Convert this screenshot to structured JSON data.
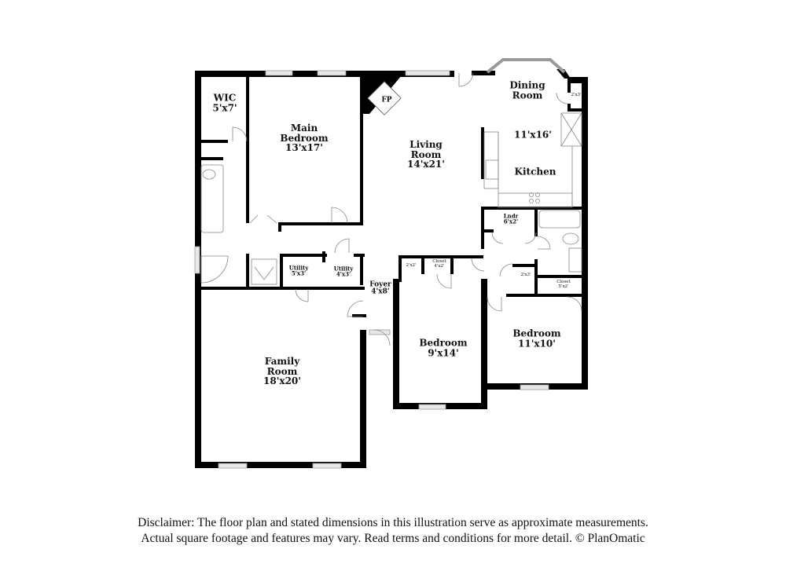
{
  "floorplan": {
    "rooms": [
      {
        "id": "wic",
        "name": "WIC",
        "dims": "5'x7'"
      },
      {
        "id": "main-bedroom",
        "name": "Main Bedroom",
        "line1": "Main",
        "line2": "Bedroom",
        "dims": "13'x17'"
      },
      {
        "id": "fireplace",
        "name": "FP"
      },
      {
        "id": "living-room",
        "line1": "Living",
        "line2": "Room",
        "dims": "14'x21'"
      },
      {
        "id": "dining-room",
        "line1": "Dining",
        "line2": "Room"
      },
      {
        "id": "kitchen",
        "name": "Kitchen",
        "dims": "11'x16'"
      },
      {
        "id": "pantry",
        "dims": "2'x3'"
      },
      {
        "id": "laundry",
        "name": "Lndr",
        "dims": "6'x2'"
      },
      {
        "id": "utility-1",
        "name": "Utility",
        "dims": "5'x3'"
      },
      {
        "id": "utility-2",
        "name": "Utility",
        "dims": "4'x3'"
      },
      {
        "id": "foyer",
        "name": "Foyer",
        "dims": "4'x8'"
      },
      {
        "id": "closet-small",
        "dims": "2'x2'"
      },
      {
        "id": "closet-4x2",
        "name": "Closet",
        "dims": "4'x2'"
      },
      {
        "id": "closet-2x3",
        "dims": "2'x3'"
      },
      {
        "id": "closet-5x2",
        "name": "Closet",
        "dims": "5'x2'"
      },
      {
        "id": "bedroom-2",
        "name": "Bedroom",
        "dims": "9'x14'"
      },
      {
        "id": "bedroom-3",
        "name": "Bedroom",
        "dims": "11'x10'"
      },
      {
        "id": "family-room",
        "line1": "Family",
        "line2": "Room",
        "dims": "18'x20'"
      }
    ]
  },
  "disclaimer": {
    "line1": "Disclaimer: The floor plan and stated dimensions in this illustration serve as approximate measurements.",
    "line2": "Actual square footage and features may vary. Read terms and conditions for more detail. © PlanOmatic"
  },
  "colors": {
    "wall": "#000000",
    "window": "#cfcfcf",
    "fixture": "#888888",
    "background": "#ffffff"
  }
}
